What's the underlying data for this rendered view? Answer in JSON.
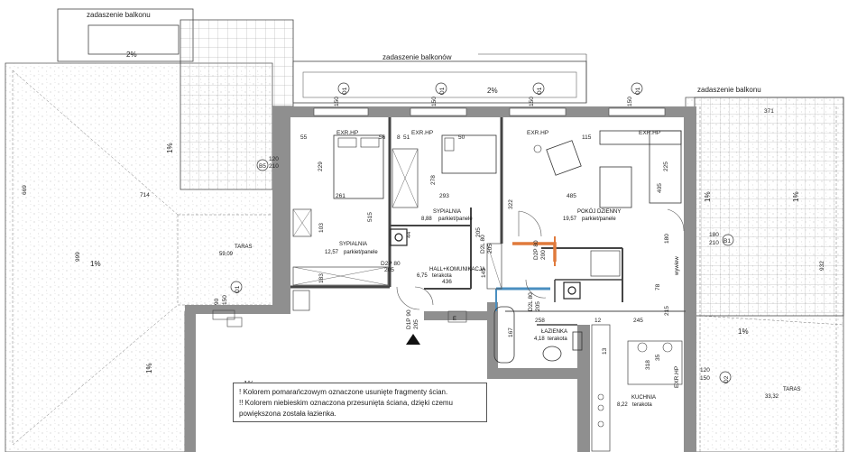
{
  "labels": {
    "roof_top_left": "zadaszenie balkonu",
    "roof_top_mid": "zadaszenie balkonów",
    "roof_right": "zadaszenie balkonu"
  },
  "slopes": {
    "s_topleft": "2%",
    "s_topmid": "2%",
    "s_left_a": "1%",
    "s_left_b": "1%",
    "s_left_c": "1%",
    "s_right_a": "1%",
    "s_right_b": "1%",
    "s_right_c": "1%",
    "s_rightwall": "1%"
  },
  "dims": {
    "d669": "669",
    "d714": "714",
    "d999": "999",
    "d932": "932",
    "d371": "371",
    "d55": "55",
    "d56": "56",
    "d8": "8",
    "d51": "51",
    "d50": "50",
    "d115": "115",
    "d229": "229",
    "d261": "261",
    "d293": "293",
    "d485": "485",
    "d278": "278",
    "d322": "322",
    "d225": "225",
    "d405": "405",
    "d103": "103",
    "d515": "515",
    "d183": "183",
    "d44": "44",
    "d145": "145",
    "d436": "436",
    "d205": "205",
    "d180": "180",
    "d78": "78",
    "d215": "215",
    "d258": "258",
    "d12": "12",
    "d245": "245",
    "d167": "167",
    "d318": "318",
    "d35": "35",
    "d13": "13",
    "d150a": "150",
    "d150b": "150",
    "d150c": "150",
    "d150d": "150"
  },
  "windows": {
    "w1": "O1",
    "w2": "O1",
    "w3": "O1",
    "w4": "O1",
    "w5": "O2",
    "w6": "O1",
    "w_exr1": "EXR.HP",
    "w_exr2": "EXR.HP",
    "w_exr3": "EXR.HP",
    "w_exr4": "EXR.HP",
    "w_exr5": "EXR.HP"
  },
  "doors": {
    "b5_a": "120",
    "b5_b": "210",
    "b5_name": "B5",
    "b1_a": "180",
    "b1_b": "210",
    "b1_name": "B1",
    "d2p_a": "D2P 80",
    "d2p_b": "205",
    "d1p_a": "D1P 90",
    "d1p_b": "205",
    "d2l_a": "D2L 80",
    "d2l_b": "205",
    "d2l2_a": "D2L 80",
    "d2l2_b": "205",
    "d2p2_a": "D2P 80",
    "d2p2_b": "200",
    "o2_a": "120",
    "o2_b": "150",
    "wi_a": "90",
    "wi_b": "150"
  },
  "rooms": {
    "bed1_name": "SYPIALNIA",
    "bed1_area": "12,57",
    "bed1_floor": "parkiet/panele",
    "bed2_name": "SYPIALNIA",
    "bed2_area": "8,88",
    "bed2_floor": "parkiet/panele",
    "living_name": "POKÓJ DZIENNY",
    "living_area": "19,57",
    "living_floor": "parkiet/panele",
    "hall_name": "HALL+KOMUNIKACJA",
    "hall_area": "6,75",
    "hall_floor": "terakota",
    "bath_name": "ŁAZIENKA",
    "bath_area": "4,18",
    "bath_floor": "terakota",
    "kitchen_name": "KUCHNIA",
    "kitchen_area": "8,22",
    "kitchen_floor": "terakota",
    "terrace1_name": "TARAS",
    "terrace1_area": "59,09",
    "terrace2_name": "TARAS",
    "terrace2_area": "33,32",
    "e_mark": "E",
    "wind_label": "wywiew"
  },
  "notes": {
    "line1": "!  Kolorem pomarańczowym oznaczone usunięte fragmenty ścian.",
    "line2": "!! Kolorem niebieskim oznaczona przesunięta ściana, dzięki czemu",
    "line3": "powiększona została łazienka."
  },
  "colors": {
    "wall": "#9a9a9a",
    "wall_dark": "#6d6d6d",
    "line": "#333333",
    "removed_wall": "#e07a3c",
    "moved_wall": "#4a8fc0",
    "hatch": "#cfcfcf"
  }
}
